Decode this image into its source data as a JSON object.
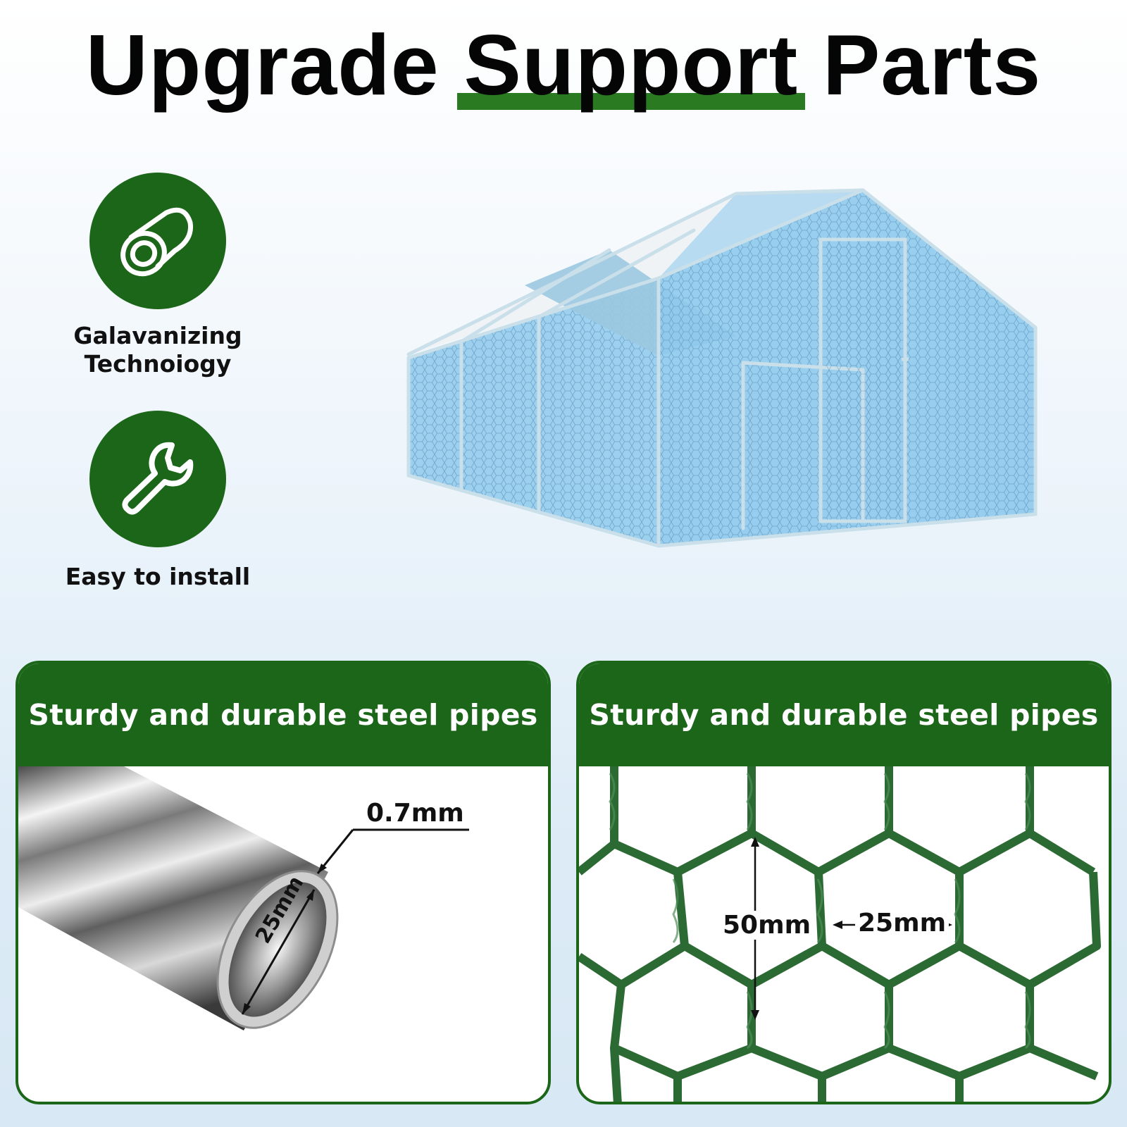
{
  "title": {
    "before": "Upgrade",
    "highlight": "Support",
    "after": "Parts"
  },
  "features": [
    {
      "icon": "pipe-icon",
      "label_line1": "Galavanizing",
      "label_line2": "Technoiogy"
    },
    {
      "icon": "wrench-icon",
      "label": "Easy to install"
    }
  ],
  "panels": [
    {
      "heading": "Sturdy and durable steel pipes",
      "thickness": "0.7mm",
      "diameter": "25mm"
    },
    {
      "heading": "Sturdy and durable steel pipes",
      "height": "50mm",
      "width": "25mm"
    }
  ],
  "colors": {
    "brand_green": "#1b6618",
    "underline_green": "#2a7a22",
    "mesh_green": "#2c6a34",
    "cover_blue": "#8ec9ec"
  }
}
